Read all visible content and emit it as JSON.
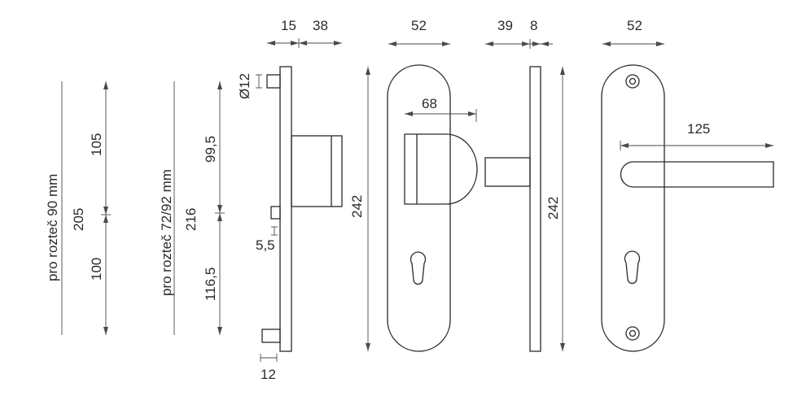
{
  "left_dims": {
    "pro_90": "pro rozteč 90 mm",
    "dim_205": "205",
    "dim_105": "105",
    "dim_100": "100",
    "pro_72_92": "pro rozteč 72/92 mm",
    "dim_216": "216",
    "dim_99_5": "99,5",
    "dim_116_5": "116,5"
  },
  "side_view": {
    "dim_15": "15",
    "dim_38": "38",
    "dim_d12": "Ø12",
    "dim_5_5": "5,5",
    "dim_12": "12"
  },
  "front_view_1": {
    "dim_52": "52",
    "dim_68": "68",
    "dim_242": "242"
  },
  "side_view_2": {
    "dim_39": "39",
    "dim_8": "8",
    "dim_242": "242"
  },
  "front_view_2": {
    "dim_52": "52",
    "dim_125": "125"
  }
}
